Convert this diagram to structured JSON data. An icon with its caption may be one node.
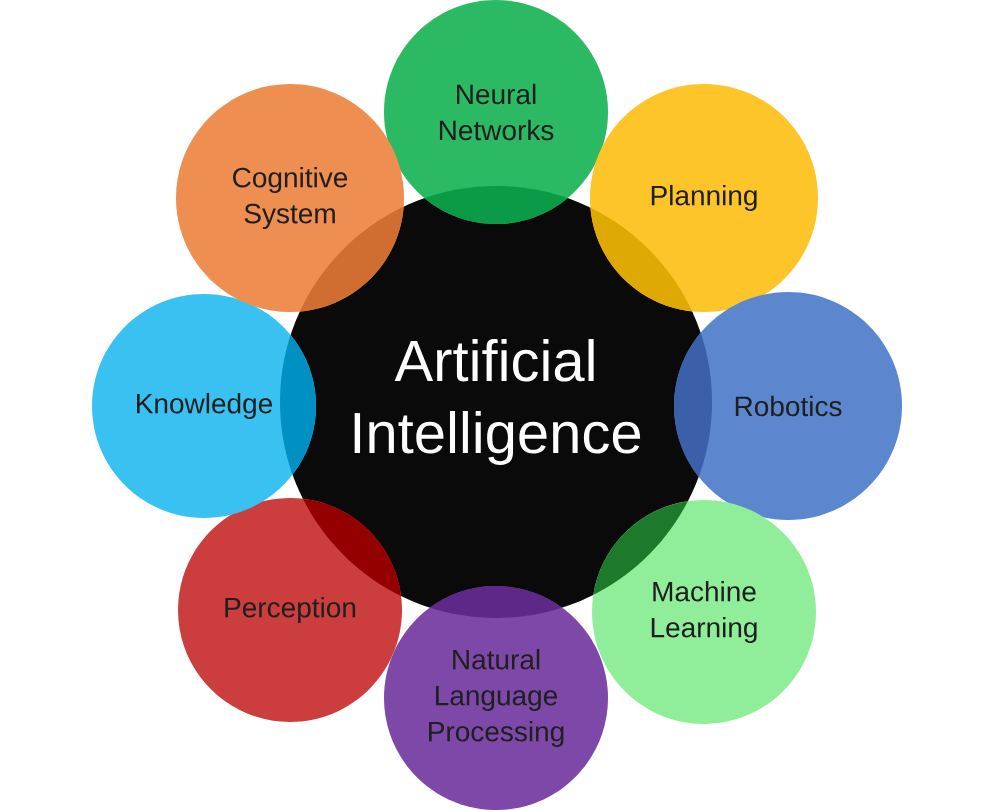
{
  "diagram": {
    "nodes": [
      {
        "text": [
          "Artificial Intelligence"
        ]
      },
      {
        "text": [
          "Neural Networks"
        ]
      },
      {
        "text": [
          "Planning"
        ]
      },
      {
        "text": [
          "Robotics"
        ]
      },
      {
        "text": [
          "Machine Learning"
        ]
      },
      {
        "text": [
          "Natural Language Processing"
        ]
      },
      {
        "text": [
          "Perception"
        ]
      },
      {
        "text": [
          "Knowledge"
        ]
      },
      {
        "text": [
          "Cognitive System"
        ]
      }
    ]
  }
}
